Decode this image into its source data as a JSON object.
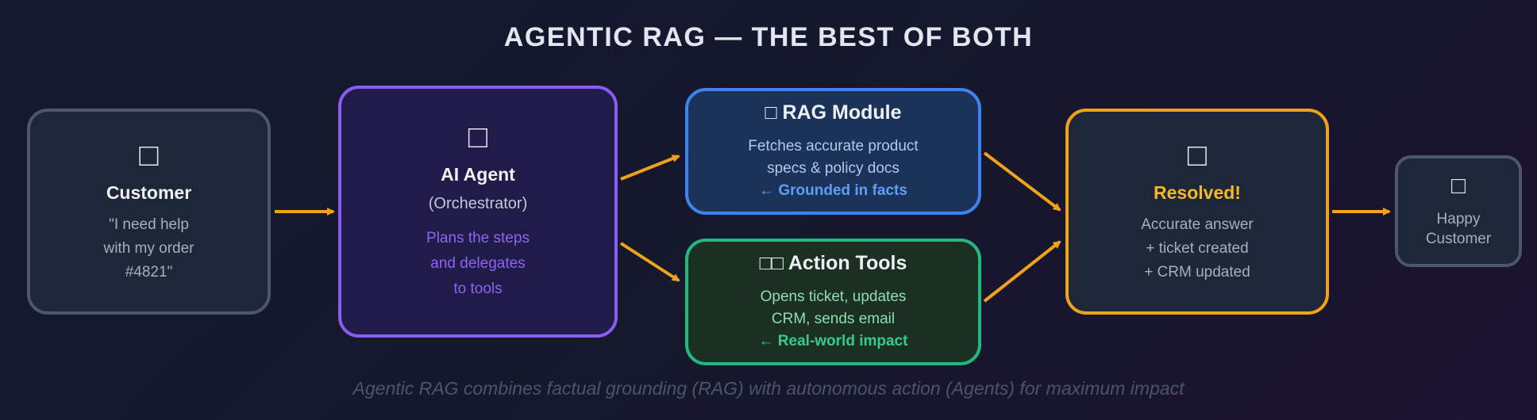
{
  "title": "AGENTIC RAG — THE BEST OF BOTH",
  "caption": "Agentic RAG combines factual grounding (RAG) with autonomous action (Agents) for maximum impact",
  "colors": {
    "arrow": "#f1a318",
    "agent_accent": "#8a5cf0",
    "rag_accent": "#3f83ee",
    "action_accent": "#23b882",
    "resolved_accent": "#f1a318",
    "neutral_border": "#4c5769"
  },
  "nodes": {
    "customer": {
      "icon": "person-icon",
      "icon_glyph": "□",
      "title": "Customer",
      "lines": [
        "\"I need help",
        "with my order",
        "#4821\""
      ]
    },
    "agent": {
      "icon": "robot-icon",
      "icon_glyph": "□",
      "title": "AI Agent",
      "subtitle": "(Orchestrator)",
      "lines": [
        "Plans the steps",
        "and delegates",
        "to tools"
      ]
    },
    "rag": {
      "icon": "books-icon",
      "title": "□ RAG Module",
      "lines": [
        "Fetches accurate product",
        "specs & policy docs"
      ],
      "highlight": "← Grounded in facts"
    },
    "action": {
      "icon": "tools-icon",
      "title": "□□ Action Tools",
      "lines": [
        "Opens ticket, updates",
        "CRM, sends email"
      ],
      "highlight": "← Real-world impact"
    },
    "resolved": {
      "icon": "checkmark-icon",
      "icon_glyph": "□",
      "title": "Resolved!",
      "lines": [
        "Accurate answer",
        "+ ticket created",
        "+ CRM updated"
      ]
    },
    "happy": {
      "icon": "smiley-icon",
      "icon_glyph": "□",
      "lines": [
        "Happy",
        "Customer"
      ]
    }
  }
}
